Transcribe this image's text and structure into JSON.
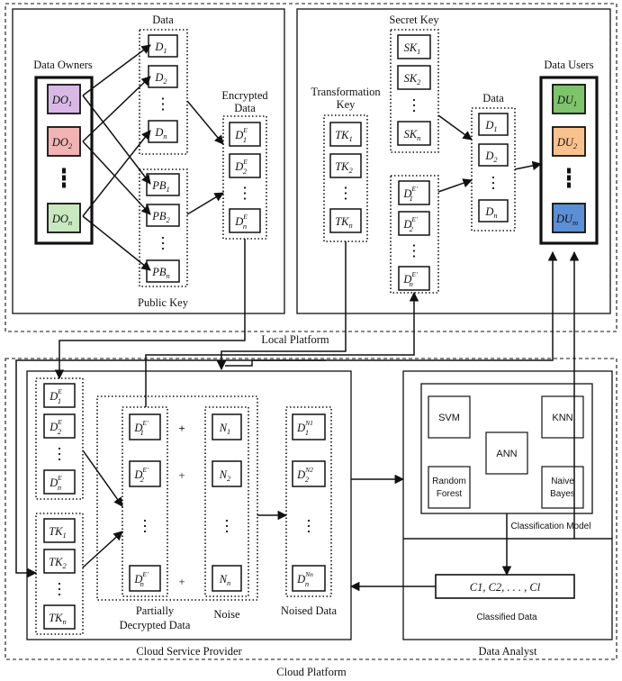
{
  "local_platform": {
    "label": "Local Platform",
    "data_owners": {
      "title": "Data Owners",
      "items": [
        {
          "base": "DO",
          "sub": "1",
          "color": "#d9b8e6"
        },
        {
          "base": "DO",
          "sub": "2",
          "color": "#f2b3b3"
        },
        {
          "base": "DO",
          "sub": "n",
          "color": "#c9e8bf"
        }
      ]
    },
    "data": {
      "title": "Data",
      "items": [
        {
          "base": "D",
          "sub": "1"
        },
        {
          "base": "D",
          "sub": "2"
        },
        {
          "base": "D",
          "sub": "n"
        }
      ]
    },
    "public_key": {
      "title": "Public Key",
      "items": [
        {
          "base": "PB",
          "sub": "1"
        },
        {
          "base": "PB",
          "sub": "2"
        },
        {
          "base": "PB",
          "sub": "n"
        }
      ]
    },
    "encrypted_data": {
      "title_line1": "Encrypted",
      "title_line2": "Data",
      "items": [
        {
          "base": "D",
          "sub": "1",
          "sup": "E"
        },
        {
          "base": "D",
          "sub": "2",
          "sup": "E"
        },
        {
          "base": "D",
          "sub": "n",
          "sup": "E"
        }
      ]
    },
    "transformation_key": {
      "title_line1": "Transformation",
      "title_line2": "Key",
      "items": [
        {
          "base": "TK",
          "sub": "1"
        },
        {
          "base": "TK",
          "sub": "2"
        },
        {
          "base": "TK",
          "sub": "n"
        }
      ]
    },
    "secret_key": {
      "title": "Secret Key",
      "items": [
        {
          "base": "SK",
          "sub": "1"
        },
        {
          "base": "SK",
          "sub": "2"
        },
        {
          "base": "SK",
          "sub": "n"
        }
      ]
    },
    "partial_data": {
      "items": [
        {
          "base": "D",
          "sub": "1",
          "sup": "E'"
        },
        {
          "base": "D",
          "sub": "2",
          "sup": "E'"
        },
        {
          "base": "D",
          "sub": "n",
          "sup": "E'"
        }
      ]
    },
    "user_data": {
      "title": "Data",
      "items": [
        {
          "base": "D",
          "sub": "1"
        },
        {
          "base": "D",
          "sub": "2"
        },
        {
          "base": "D",
          "sub": "n"
        }
      ]
    },
    "data_users": {
      "title": "Data Users",
      "items": [
        {
          "base": "DU",
          "sub": "1",
          "color": "#7ec46a"
        },
        {
          "base": "DU",
          "sub": "2",
          "color": "#f9c28d"
        },
        {
          "base": "DU",
          "sub": "m",
          "color": "#5b8fd6"
        }
      ]
    }
  },
  "cloud_platform": {
    "label": "Cloud Platform",
    "csp": {
      "label": "Cloud Service Provider",
      "enc_items": [
        {
          "base": "D",
          "sub": "1",
          "sup": "E"
        },
        {
          "base": "D",
          "sub": "2",
          "sup": "E"
        },
        {
          "base": "D",
          "sub": "n",
          "sup": "E"
        }
      ],
      "tk_items": [
        {
          "base": "TK",
          "sub": "1"
        },
        {
          "base": "TK",
          "sub": "2"
        },
        {
          "base": "TK",
          "sub": "n"
        }
      ],
      "partially_decrypted": {
        "title_line1": "Partially",
        "title_line2": "Decrypted Data",
        "items": [
          {
            "base": "D",
            "sub": "1",
            "sup": "E'"
          },
          {
            "base": "D",
            "sub": "2",
            "sup": "E'"
          },
          {
            "base": "D",
            "sub": "n",
            "sup": "E'"
          }
        ]
      },
      "plus": "+",
      "noise": {
        "title": "Noise",
        "items": [
          {
            "base": "N",
            "sub": "1"
          },
          {
            "base": "N",
            "sub": "2"
          },
          {
            "base": "N",
            "sub": "n"
          }
        ]
      },
      "noised": {
        "title": "Noised Data",
        "items": [
          {
            "base": "D",
            "sub": "1",
            "sup": "N1"
          },
          {
            "base": "D",
            "sub": "2",
            "sup": "N2"
          },
          {
            "base": "D",
            "sub": "n",
            "sup": "Nn"
          }
        ]
      }
    },
    "data_analyst": {
      "label": "Data Analyst",
      "classification_model": {
        "label": "Classification Model",
        "svm": "SVM",
        "knn": "KNN",
        "ann": "ANN",
        "rf_line1": "Random",
        "rf_line2": "Forest",
        "nb_line1": "Naive",
        "nb_line2": "Bayes"
      },
      "classified": {
        "label": "Classified Data",
        "formula": "C1, C2, . . . , Cl"
      }
    }
  }
}
